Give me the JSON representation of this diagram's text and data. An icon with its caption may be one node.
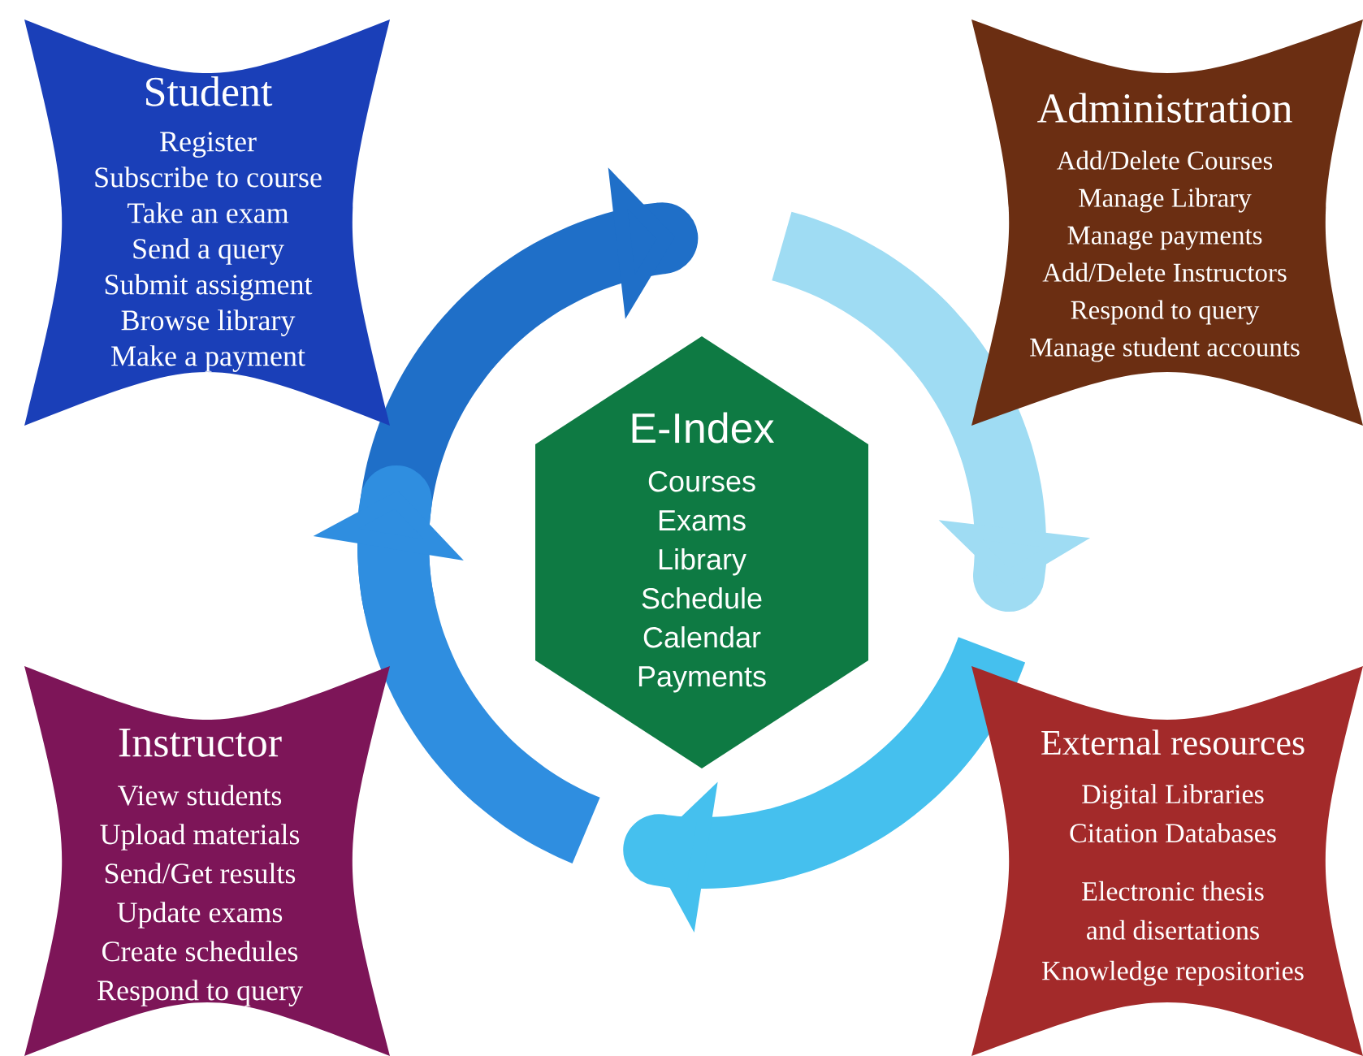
{
  "diagram": {
    "nodes": [
      {
        "text": [
          "Student",
          "Register",
          "Subscribe to course",
          "Take an exam",
          "Send a query",
          "Submit assigment",
          "Browse library",
          "Make a payment"
        ]
      },
      {
        "text": [
          "Administration",
          "Add/Delete Courses",
          "Manage Library",
          "Manage payments",
          "Add/Delete Instructors",
          "Respond to query",
          "Manage student accounts"
        ]
      },
      {
        "text": [
          "E-Index",
          "Courses",
          "Exams",
          "Library",
          "Schedule",
          "Calendar",
          "Payments"
        ]
      },
      {
        "text": [
          "Instructor",
          "View students",
          "Upload materials",
          "Send/Get results",
          "Update exams",
          "Create schedules",
          "Respond to query"
        ]
      },
      {
        "text": [
          "External resources",
          "Digital Libraries",
          "Citation Databases",
          "Electronic thesis and disertations",
          "Knowledge repositories"
        ]
      }
    ]
  }
}
